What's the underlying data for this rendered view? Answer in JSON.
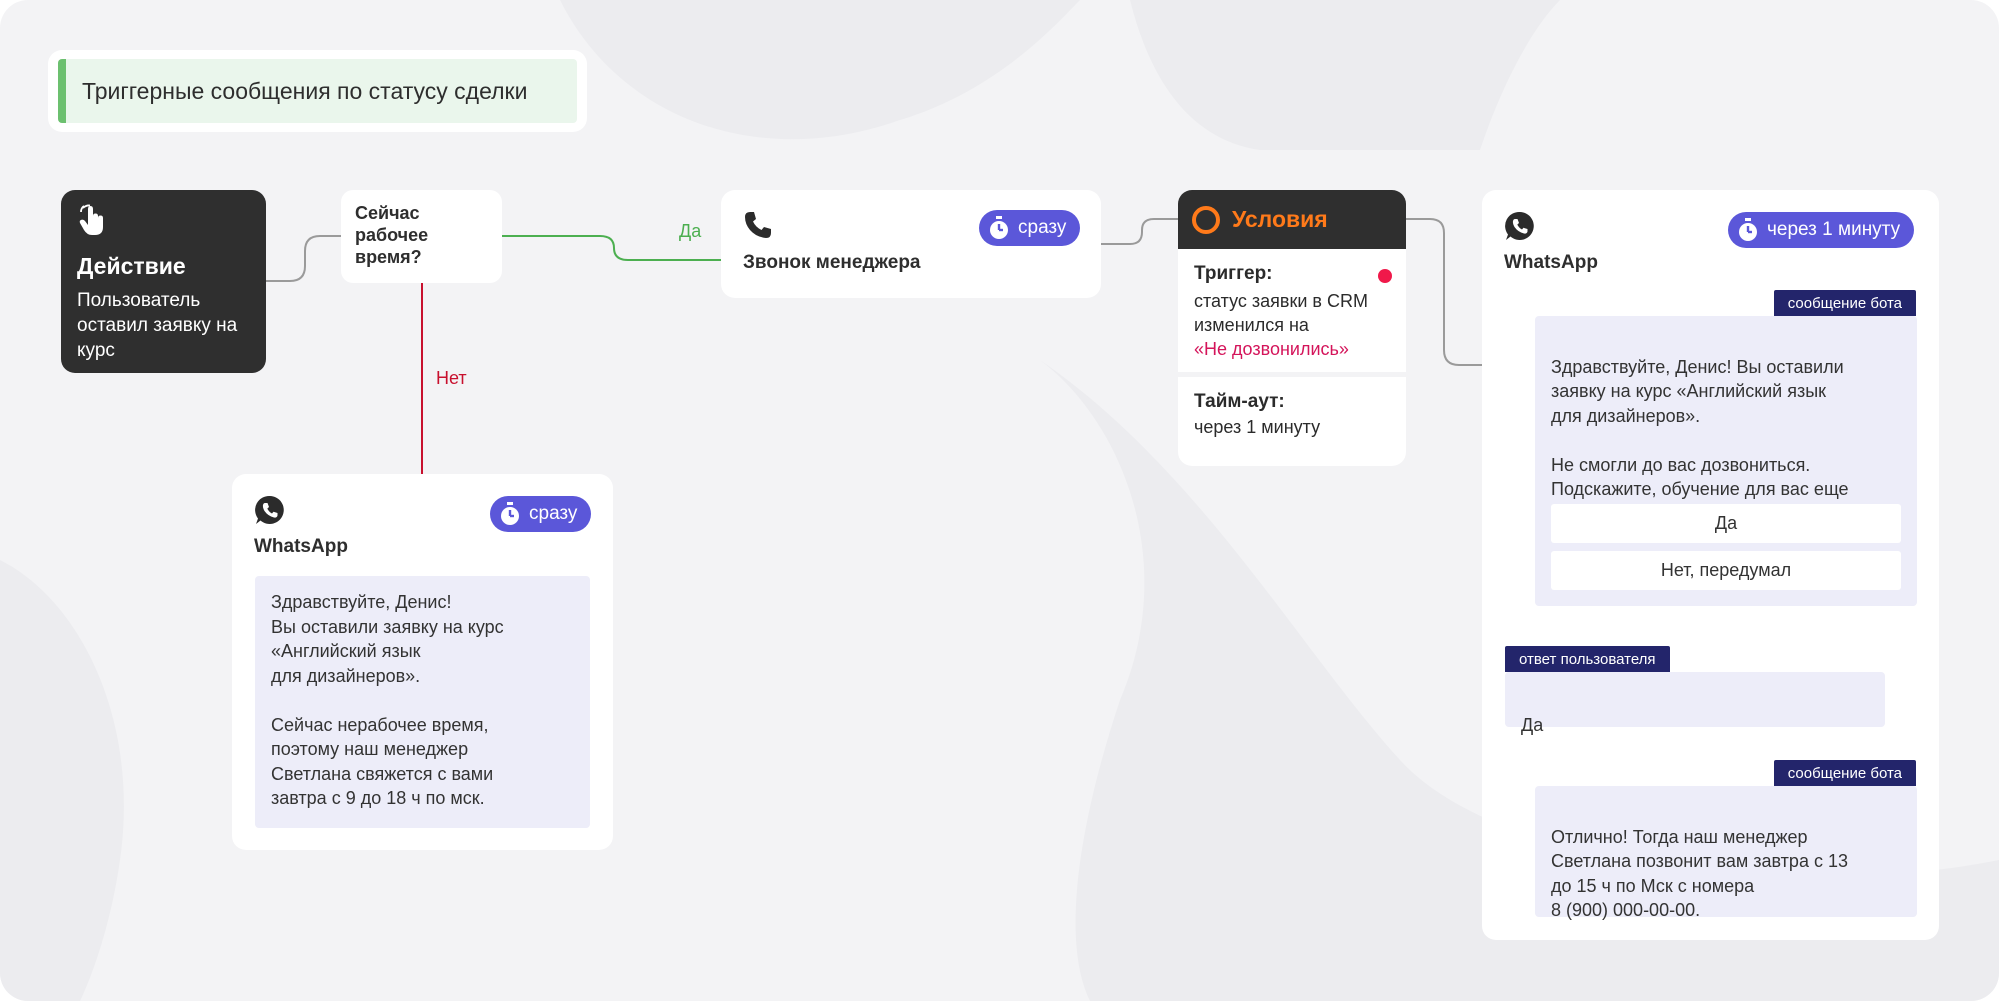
{
  "title": "Триггерные сообщения по статусу сделки",
  "action": {
    "icon": "hand-pointer-icon",
    "title": "Действие",
    "text": "Пользователь оставил заявку на курс"
  },
  "question": {
    "text": "Сейчас рабочее время?"
  },
  "edges": {
    "yes": "Да",
    "no": "Нет"
  },
  "call": {
    "icon": "phone-icon",
    "label": "Звонок менеджера",
    "timer": "сразу"
  },
  "conditions": {
    "header": "Условия",
    "trigger_title": "Триггер:",
    "trigger_text": "статус заявки в CRM изменился на",
    "trigger_value": "«Не дозвонились»",
    "timeout_title": "Тайм-аут:",
    "timeout_text": "через 1 минуту"
  },
  "whatsapp_left": {
    "icon": "whatsapp-icon",
    "label": "WhatsApp",
    "timer": "сразу",
    "message": "Здравствуйте, Денис!\nВы оставили заявку на курс\n«Английский язык\nдля дизайнеров».\n\nСейчас нерабочее время,\nпоэтому наш менеджер\nСветлана свяжется с вами\nзавтра с 9 до 18 ч по мск."
  },
  "whatsapp_right": {
    "icon": "whatsapp-icon",
    "label": "WhatsApp",
    "timer": "через 1 минуту",
    "bot_tag_1": "сообщение бота",
    "bot_message_1": "Здравствуйте, Денис! Вы оставили\nзаявку на курс «Английский язык\nдля дизайнеров».\n\nНе смогли до вас дозвониться.\nПодскажите, обучение для вас еще\nактуально?",
    "option_yes": "Да",
    "option_no": "Нет, передумал",
    "user_tag": "ответ пользователя",
    "user_message": "Да",
    "bot_tag_2": "сообщение бота",
    "bot_message_2": "Отлично! Тогда наш менеджер\nСветлана позвонит вам завтра с 13\nдо 15 ч по Мск с номера\n8 (900) 000-00-00."
  },
  "colors": {
    "background": "#f3f3f5",
    "dark_card": "#2f2f2f",
    "accent_purple": "#5b57d9",
    "accent_orange": "#ff7a1a",
    "yes_green": "#4caf50",
    "no_red": "#c8102e",
    "highlight_pink": "#d4145a",
    "bubble": "#ededf9",
    "tag_navy": "#23256b",
    "title_green": "#6cc06f"
  }
}
